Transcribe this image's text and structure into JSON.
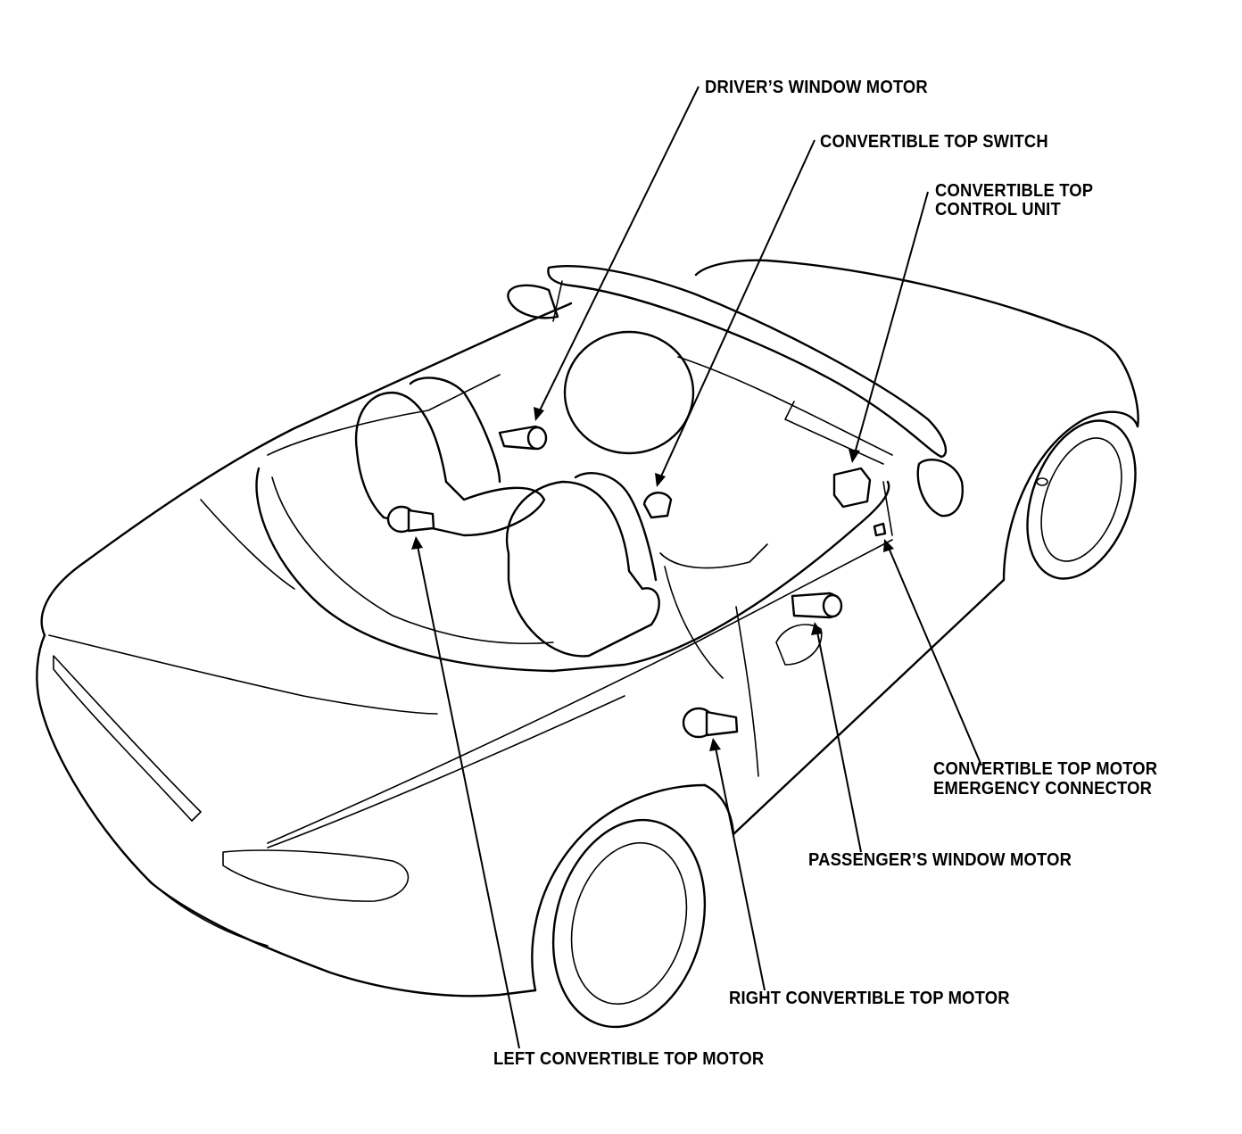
{
  "labels": {
    "drivers_window_motor": "DRIVER’S WINDOW MOTOR",
    "convertible_top_switch": "CONVERTIBLE TOP SWITCH",
    "convertible_top_control_unit_line1": "CONVERTIBLE TOP",
    "convertible_top_control_unit_line2": "CONTROL UNIT",
    "emergency_connector_line1": "CONVERTIBLE TOP MOTOR",
    "emergency_connector_line2": "EMERGENCY CONNECTOR",
    "passengers_window_motor": "PASSENGER’S WINDOW MOTOR",
    "right_convertible_top_motor": "RIGHT CONVERTIBLE TOP MOTOR",
    "left_convertible_top_motor": "LEFT CONVERTIBLE TOP MOTOR"
  },
  "colors": {
    "ink": "#000000",
    "paper": "#ffffff"
  }
}
